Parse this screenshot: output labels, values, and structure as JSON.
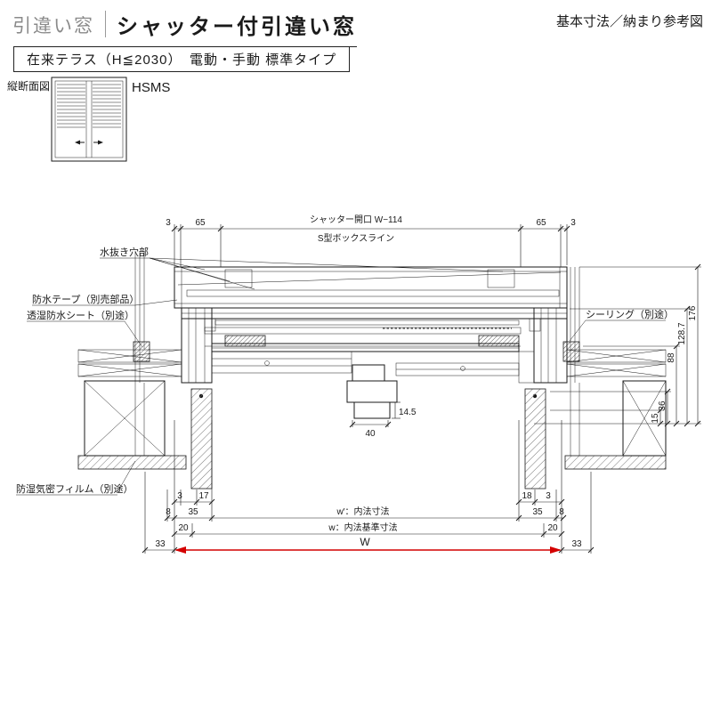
{
  "colors": {
    "accent_red": "#d40000",
    "category_gray": "#8a8a8a"
  },
  "header": {
    "category": "引違い窓",
    "title": "シャッター付引違い窓",
    "corner_note": "基本寸法／納まり参考図",
    "spec": "在来テラス（H≦2030）　電動・手動 標準タイプ",
    "section_label": "縦断面図",
    "model": "HSMS"
  },
  "drawing": {
    "top": {
      "dim_3_left": "3",
      "dim_65_left": "65",
      "shutter_opening": "シャッター開口 W−114",
      "dim_65_right": "65",
      "dim_3_right": "3",
      "box_line": "S型ボックスライン"
    },
    "annotations": {
      "drain_hole": "水抜き穴部",
      "waterproof_tape": "防水テープ（別売部品）",
      "breathable_sheet": "透湿防水シート（別途）",
      "sealing": "シーリング（別途）",
      "moisture_film": "防湿気密フィルム（別途）"
    },
    "right_dims": {
      "d176": "176",
      "d128_7": "128.7",
      "d88": "88",
      "d36": "36",
      "d15": "15"
    },
    "center_dims": {
      "d40": "40",
      "d14_5": "14.5"
    },
    "bottom": {
      "left_3": "3",
      "left_17": "17",
      "right_18": "18",
      "right_3": "3",
      "left_8": "8",
      "left_35": "35",
      "inner_width": "w′：内法寸法",
      "right_35": "35",
      "right_8": "8",
      "left_20": "20",
      "base_width": "w：内法基準寸法",
      "right_20": "20",
      "left_33": "33",
      "width_label": "W",
      "right_33": "33"
    }
  }
}
